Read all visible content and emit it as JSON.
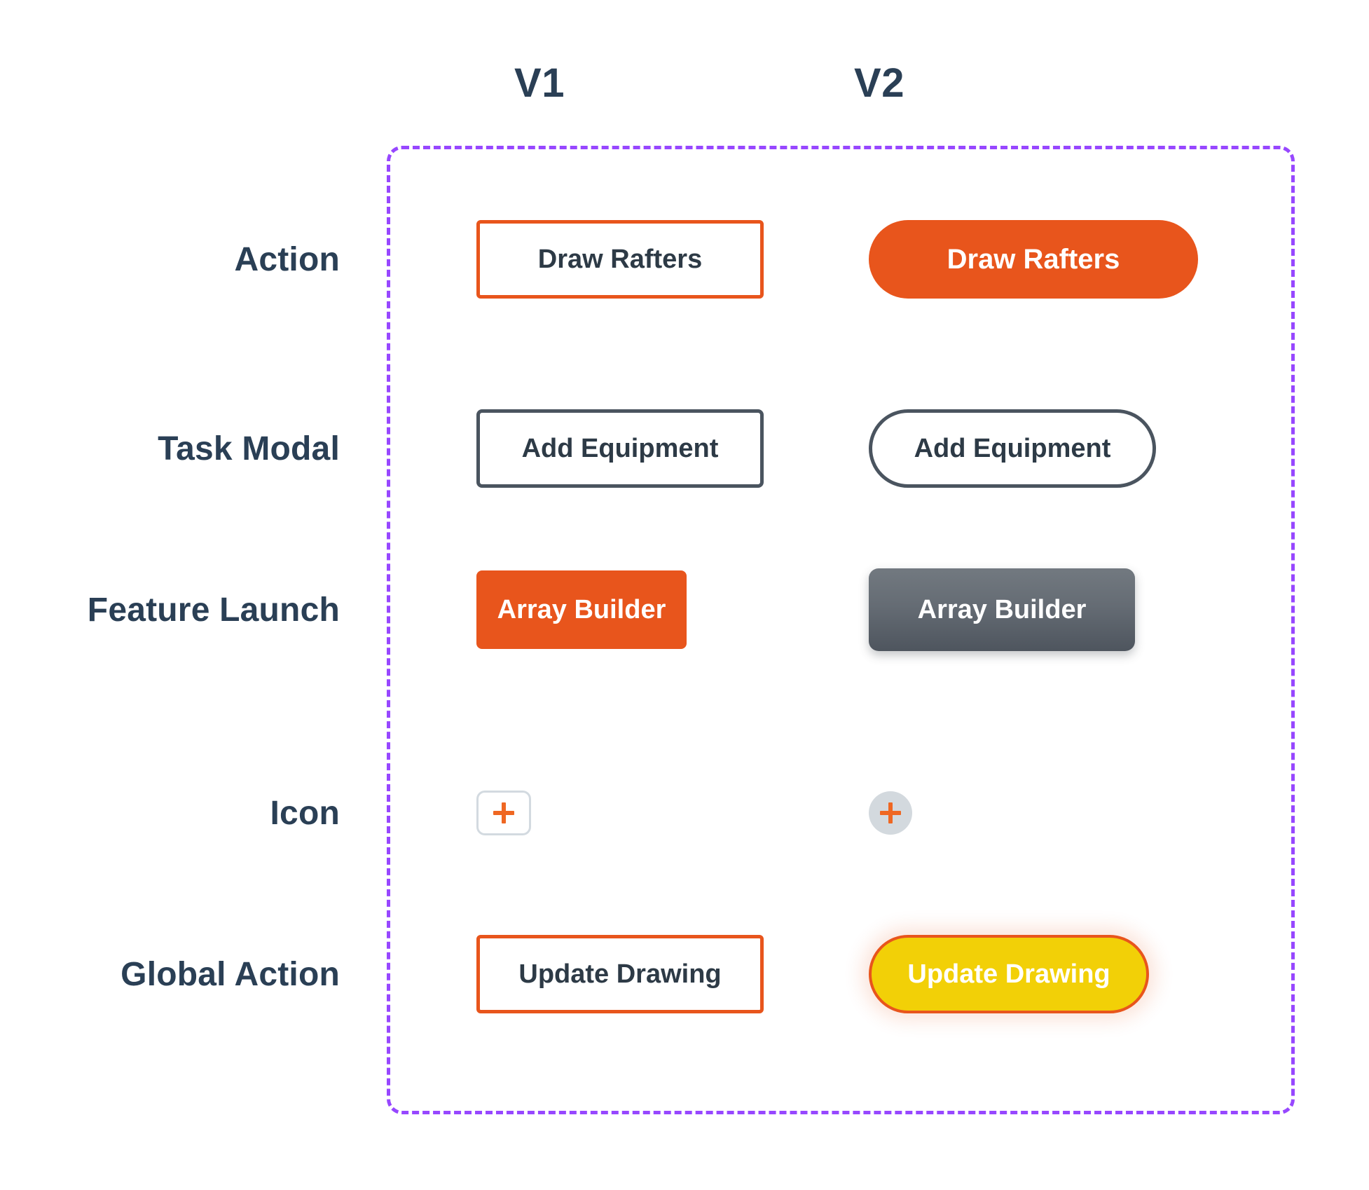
{
  "columns": [
    {
      "label": "V1"
    },
    {
      "label": "V2"
    }
  ],
  "rows": [
    {
      "label": "Action",
      "v1": {
        "text": "Draw Rafters",
        "style": "outlined-orange"
      },
      "v2": {
        "text": "Draw Rafters",
        "style": "filled-orange-pill"
      }
    },
    {
      "label": "Task Modal",
      "v1": {
        "text": "Add Equipment",
        "style": "outlined-slate"
      },
      "v2": {
        "text": "Add Equipment",
        "style": "outlined-slate-pill"
      }
    },
    {
      "label": "Feature Launch",
      "v1": {
        "text": "Array Builder",
        "style": "filled-orange"
      },
      "v2": {
        "text": "Array Builder",
        "style": "gradient-gray"
      }
    },
    {
      "label": "Icon",
      "v1": {
        "text": "",
        "style": "plus-rounded-square"
      },
      "v2": {
        "text": "",
        "style": "plus-circle"
      }
    },
    {
      "label": "Global Action",
      "v1": {
        "text": "Update Drawing",
        "style": "outlined-orange"
      },
      "v2": {
        "text": "Update Drawing",
        "style": "filled-yellow-pill-glow"
      }
    }
  ],
  "colors": {
    "orange": "#E8551C",
    "orange_icon": "#EF6722",
    "slate_text": "#2A3F55",
    "slate_border": "#4A545F",
    "yellow": "#F2D007",
    "gray_gradient_top": "#727980",
    "gray_gradient_bottom": "#4E555E",
    "icon_circle_fill": "#D3D9DE",
    "icon_square_border": "#D3DAE0",
    "frame_dashed": "#9747FF",
    "background": "#FFFFFF"
  },
  "icons": {
    "plus_v1": "plus-icon",
    "plus_v2": "plus-icon"
  }
}
